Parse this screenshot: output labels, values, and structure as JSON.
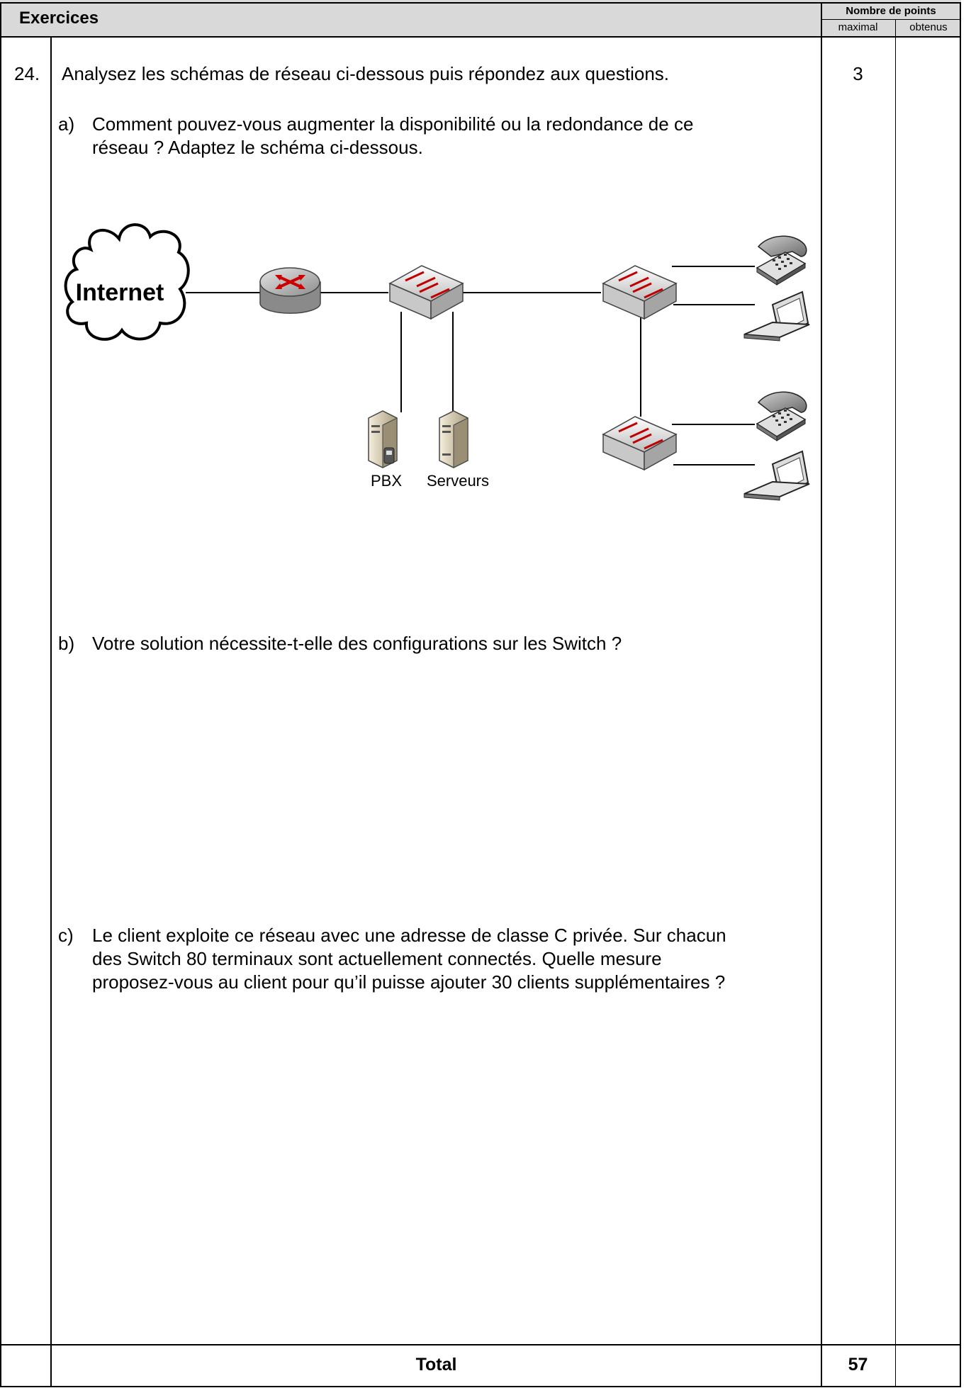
{
  "header": {
    "title": "Exercices",
    "points_label": "Nombre de points",
    "col_max": "maximal",
    "col_obtained": "obtenus"
  },
  "exercise": {
    "number": "24.",
    "intro": "Analysez les schémas de réseau ci-dessous puis répondez aux questions.",
    "max_points": "3",
    "obtained_points": "",
    "questions": [
      {
        "letter": "a)",
        "lines": [
          "Comment pouvez-vous augmenter la disponibilité ou la redondance de ce",
          "réseau ? Adaptez le schéma ci-dessous."
        ]
      },
      {
        "letter": "b)",
        "lines": [
          "Votre solution nécessite-t-elle des configurations sur les Switch ?"
        ]
      },
      {
        "letter": "c)",
        "lines": [
          "Le client exploite ce réseau avec une adresse de classe C privée. Sur chacun",
          "des Switch 80 terminaux sont actuellement connectés. Quelle mesure",
          "proposez-vous au client pour qu’il puisse ajouter 30 clients supplémentaires ?"
        ]
      }
    ]
  },
  "diagram": {
    "cloud_label": "Internet",
    "pbx_label": "PBX",
    "servers_label": "Serveurs",
    "nodes": [
      "internet-cloud",
      "router",
      "core-switch",
      "pbx-server",
      "servers",
      "access-switch-1",
      "access-switch-2",
      "phone-1",
      "laptop-1",
      "phone-2",
      "laptop-2"
    ]
  },
  "footer": {
    "total_label": "Total",
    "total_points": "57",
    "total_obtained": ""
  }
}
